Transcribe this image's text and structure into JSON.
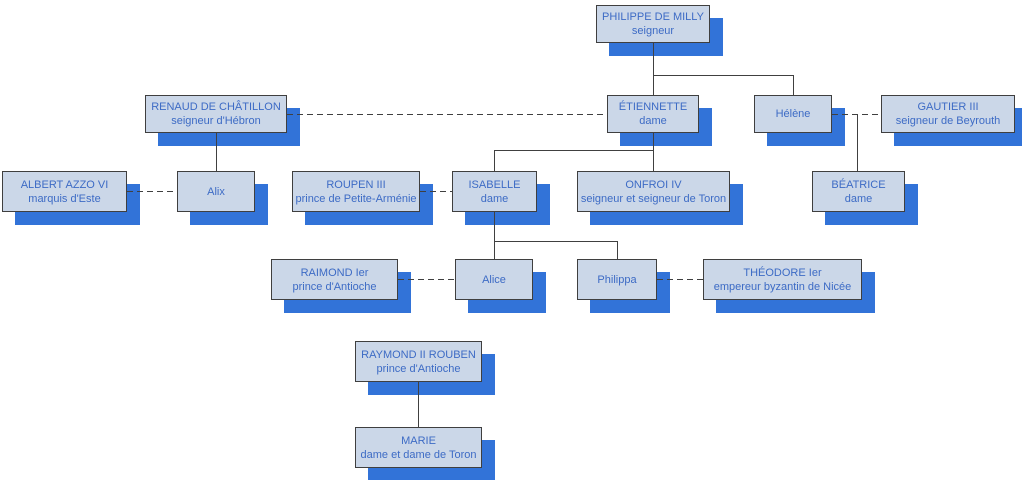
{
  "diagram": {
    "type": "family-tree",
    "nodes": {
      "philippe": {
        "title": "PHILIPPE DE MILLY",
        "subtitle": "seigneur"
      },
      "renaud": {
        "title": "RENAUD DE CHÂTILLON",
        "subtitle": "seigneur d'Hébron"
      },
      "etiennette": {
        "title": "ÉTIENNETTE",
        "subtitle": "dame"
      },
      "helene": {
        "title": "Hélène",
        "subtitle": ""
      },
      "gautier": {
        "title": "GAUTIER III",
        "subtitle": "seigneur de Beyrouth"
      },
      "albert": {
        "title": "ALBERT AZZO VI",
        "subtitle": "marquis d'Este"
      },
      "alix": {
        "title": "Alix",
        "subtitle": ""
      },
      "roupen": {
        "title": "ROUPEN III",
        "subtitle": "prince de Petite-Arménie"
      },
      "isabelle": {
        "title": "ISABELLE",
        "subtitle": "dame"
      },
      "onfroi": {
        "title": "ONFROI IV",
        "subtitle": "seigneur et seigneur de Toron"
      },
      "beatrice": {
        "title": "BÉATRICE",
        "subtitle": "dame"
      },
      "raimond": {
        "title": "RAIMOND Ier",
        "subtitle": "prince d'Antioche"
      },
      "alice": {
        "title": "Alice",
        "subtitle": ""
      },
      "philippa": {
        "title": "Philippa",
        "subtitle": ""
      },
      "theodore": {
        "title": "THÉODORE Ier",
        "subtitle": "empereur byzantin de Nicée"
      },
      "raymond2": {
        "title": "RAYMOND II ROUBEN",
        "subtitle": "prince d'Antioche"
      },
      "marie": {
        "title": "MARIE",
        "subtitle": "dame et dame de Toron"
      }
    },
    "edges": {
      "parent_child": [
        [
          "philippe",
          "etiennette"
        ],
        [
          "philippe",
          "helene"
        ],
        [
          "renaud",
          "alix"
        ],
        [
          "etiennette",
          "isabelle"
        ],
        [
          "etiennette",
          "onfroi"
        ],
        [
          "helene+gautier",
          "beatrice"
        ],
        [
          "isabelle",
          "alice"
        ],
        [
          "isabelle",
          "philippa"
        ],
        [
          "raymond2",
          "marie"
        ]
      ],
      "marriage": [
        [
          "renaud",
          "etiennette"
        ],
        [
          "helene",
          "gautier"
        ],
        [
          "albert",
          "alix"
        ],
        [
          "roupen",
          "isabelle"
        ],
        [
          "raimond",
          "alice"
        ],
        [
          "philippa",
          "theodore"
        ]
      ]
    },
    "colors": {
      "node_fill": "#cbd7e8",
      "node_border": "#3f3f3f",
      "node_text": "#3d6bc5",
      "node_shadow": "#3273d8",
      "connector": "#404040",
      "background": "#ffffff"
    }
  }
}
